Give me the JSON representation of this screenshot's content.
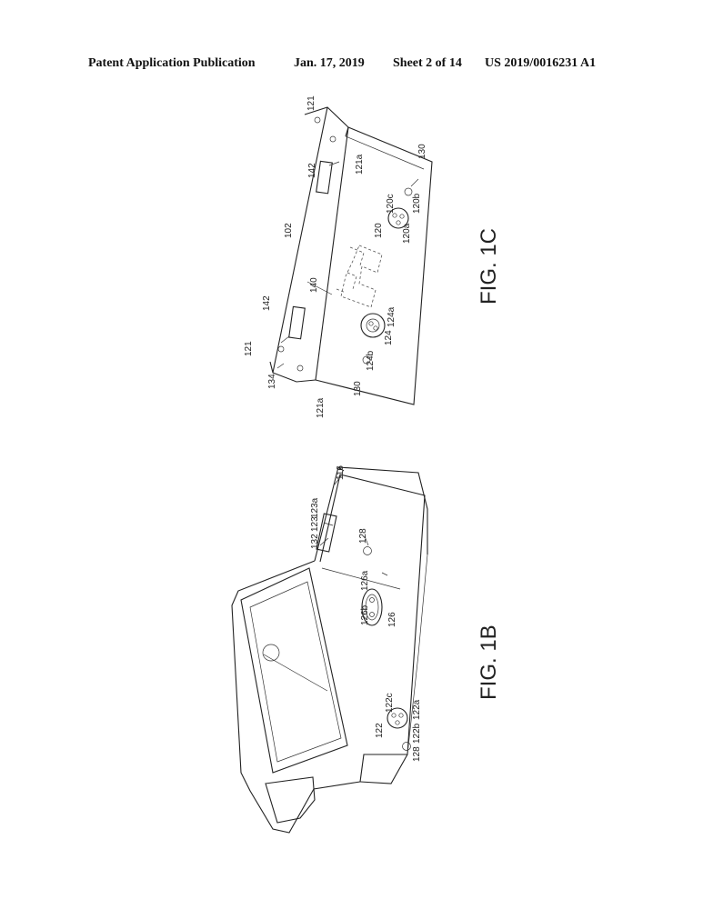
{
  "header": {
    "publication": "Patent Application Publication",
    "date": "Jan. 17, 2019",
    "sheet": "Sheet 2 of 14",
    "number": "US 2019/0016231 A1"
  },
  "figures": {
    "fig_1b": {
      "label": "FIG. 1B",
      "refs": [
        "116",
        "132",
        "123",
        "123a",
        "128",
        "126a",
        "126b",
        "126",
        "122",
        "122c",
        "122a",
        "122b",
        "128"
      ]
    },
    "fig_1c": {
      "label": "FIG. 1C",
      "refs": [
        "121",
        "121a",
        "130",
        "142",
        "120c",
        "120b",
        "120",
        "120a",
        "102",
        "140",
        "142",
        "124a",
        "124",
        "124b",
        "121",
        "130",
        "134",
        "121a"
      ]
    }
  }
}
